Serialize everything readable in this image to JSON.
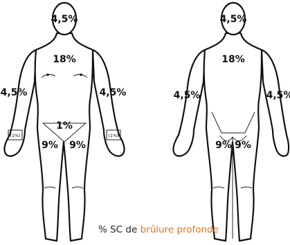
{
  "front": {
    "head": "4,5%",
    "trunk": "18%",
    "arm_left": "4,5%",
    "arm_right": "4,5%",
    "genitals": "1%",
    "hand_left": "(1%)",
    "hand_right": "(1%)",
    "leg_left": "9%",
    "leg_right": "9%"
  },
  "back": {
    "head": "4,5%",
    "trunk": "18%",
    "arm_left": "4,5%",
    "arm_right": "4,5%",
    "leg_left": "9%",
    "leg_right": "9%"
  },
  "caption": {
    "prefix": "% SC de ",
    "highlight": "brûlure profonde",
    "highlight_color": "#e8731a"
  }
}
